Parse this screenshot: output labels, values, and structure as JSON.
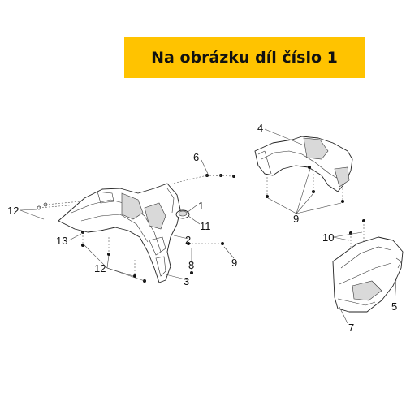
{
  "banner": {
    "text": "Na obrázku díl číslo 1",
    "color": "#ffc300"
  },
  "callouts": {
    "c1": "1",
    "c2": "2",
    "c3": "3",
    "c4": "4",
    "c5": "5",
    "c6": "6",
    "c7": "7",
    "c8": "8",
    "c9a": "9",
    "c9b": "9",
    "c10": "10",
    "c11": "11",
    "c12a": "12",
    "c12b": "12",
    "c13": "13"
  }
}
